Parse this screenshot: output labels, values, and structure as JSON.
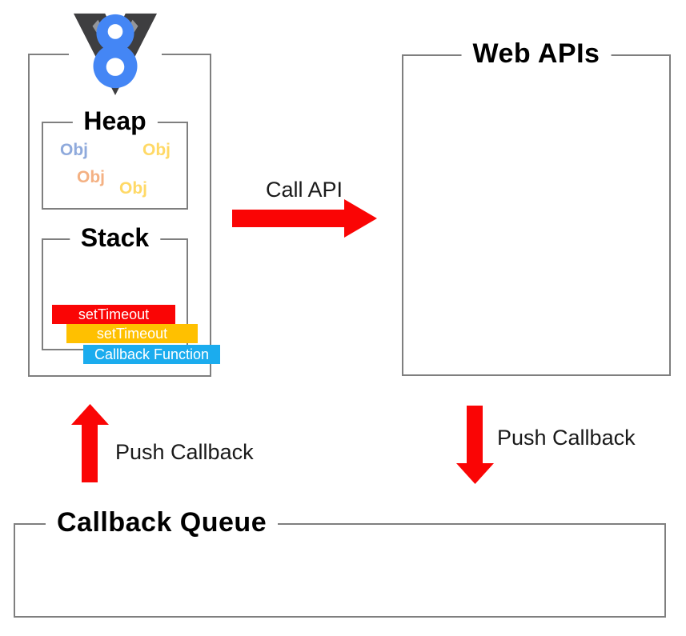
{
  "engine": {
    "logo": {
      "name": "V8",
      "blue": "#4486F5",
      "dark": "#3E3E40"
    },
    "heap": {
      "title": "Heap",
      "objects": [
        {
          "label": "Obj",
          "color": "#8FAADC"
        },
        {
          "label": "Obj",
          "color": "#FFD966"
        },
        {
          "label": "Obj",
          "color": "#F4B183"
        },
        {
          "label": "Obj",
          "color": "#FFD966"
        }
      ]
    },
    "stack": {
      "title": "Stack",
      "frames": [
        {
          "label": "setTimeout",
          "color": "#FA0505"
        },
        {
          "label": "setTimeout",
          "color": "#FFC000"
        },
        {
          "label": "Callback Function",
          "color": "#1BACEE"
        }
      ]
    }
  },
  "web_apis": {
    "title": "Web APIs"
  },
  "callback_queue": {
    "title": "Callback Queue"
  },
  "flows": {
    "call_api": "Call API",
    "push_callback_left": "Push Callback",
    "push_callback_right": "Push Callback"
  },
  "colors": {
    "arrow_red": "#FA0505",
    "frame_border": "#7F7F7F",
    "background": "#FFFFFF"
  }
}
